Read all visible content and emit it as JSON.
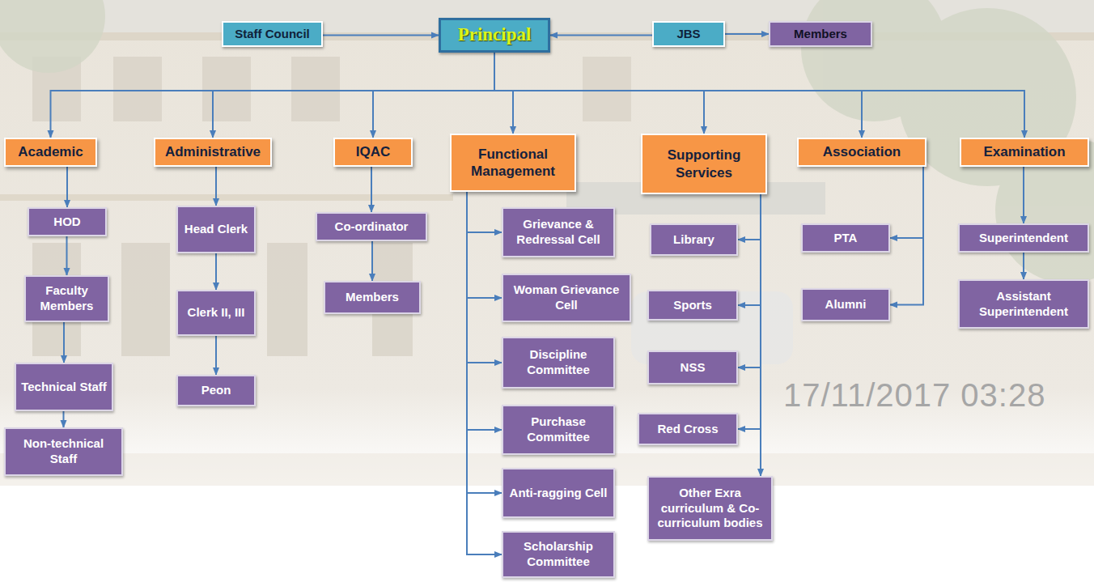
{
  "diagram": {
    "nodes": [
      {
        "text": [
          "Staff Council"
        ]
      },
      {
        "text": [
          "Principal"
        ]
      },
      {
        "text": [
          "JBS"
        ]
      },
      {
        "text": [
          "Members"
        ]
      },
      {
        "text": [
          "Academic"
        ]
      },
      {
        "text": [
          "Administrative"
        ]
      },
      {
        "text": [
          "IQAC"
        ]
      },
      {
        "text": [
          "Functional Management"
        ]
      },
      {
        "text": [
          "Supporting Services"
        ]
      },
      {
        "text": [
          "Association"
        ]
      },
      {
        "text": [
          "Examination"
        ]
      },
      {
        "text": [
          "HOD"
        ]
      },
      {
        "text": [
          "Faculty Members"
        ]
      },
      {
        "text": [
          "Technical Staff"
        ]
      },
      {
        "text": [
          "Non-technical Staff"
        ]
      },
      {
        "text": [
          "Head Clerk"
        ]
      },
      {
        "text": [
          "Clerk II, III"
        ]
      },
      {
        "text": [
          "Peon"
        ]
      },
      {
        "text": [
          "Co-ordinator"
        ]
      },
      {
        "text": [
          "Members"
        ]
      },
      {
        "text": [
          "Grievance & Redressal Cell"
        ]
      },
      {
        "text": [
          "Woman Grievance Cell"
        ]
      },
      {
        "text": [
          "Discipline Committee"
        ]
      },
      {
        "text": [
          "Purchase Committee"
        ]
      },
      {
        "text": [
          "Anti-ragging Cell"
        ]
      },
      {
        "text": [
          "Scholarship Committee"
        ]
      },
      {
        "text": [
          "Library"
        ]
      },
      {
        "text": [
          "Sports"
        ]
      },
      {
        "text": [
          "NSS"
        ]
      },
      {
        "text": [
          "Red Cross"
        ]
      },
      {
        "text": [
          "Other Exra curriculum & Co-curriculum bodies"
        ]
      },
      {
        "text": [
          "PTA"
        ]
      },
      {
        "text": [
          "Alumni"
        ]
      },
      {
        "text": [
          "Superintendent"
        ]
      },
      {
        "text": [
          "Assistant Superintendent"
        ]
      }
    ],
    "edges": [
      {
        "from": 0,
        "to": 1,
        "arrow": "to"
      },
      {
        "from": 2,
        "to": 1,
        "arrow": "to"
      },
      {
        "from": 2,
        "to": 3,
        "arrow": "to"
      },
      {
        "from": 1,
        "to": 4,
        "arrow": "to"
      },
      {
        "from": 1,
        "to": 5,
        "arrow": "to"
      },
      {
        "from": 1,
        "to": 6,
        "arrow": "to"
      },
      {
        "from": 1,
        "to": 7,
        "arrow": "to"
      },
      {
        "from": 1,
        "to": 8,
        "arrow": "to"
      },
      {
        "from": 1,
        "to": 9,
        "arrow": "to"
      },
      {
        "from": 1,
        "to": 10,
        "arrow": "to"
      },
      {
        "from": 4,
        "to": 11,
        "arrow": "to"
      },
      {
        "from": 11,
        "to": 12,
        "arrow": "to"
      },
      {
        "from": 12,
        "to": 13,
        "arrow": "to"
      },
      {
        "from": 13,
        "to": 14,
        "arrow": "to"
      },
      {
        "from": 5,
        "to": 15,
        "arrow": "to"
      },
      {
        "from": 15,
        "to": 16,
        "arrow": "to"
      },
      {
        "from": 16,
        "to": 17,
        "arrow": "to"
      },
      {
        "from": 6,
        "to": 18,
        "arrow": "to"
      },
      {
        "from": 18,
        "to": 19,
        "arrow": "to"
      },
      {
        "from": 7,
        "to": 20,
        "arrow": "to"
      },
      {
        "from": 7,
        "to": 21,
        "arrow": "to"
      },
      {
        "from": 7,
        "to": 22,
        "arrow": "to"
      },
      {
        "from": 7,
        "to": 23,
        "arrow": "to"
      },
      {
        "from": 7,
        "to": 24,
        "arrow": "to"
      },
      {
        "from": 7,
        "to": 25,
        "arrow": "to"
      },
      {
        "from": 8,
        "to": 26,
        "arrow": "to"
      },
      {
        "from": 8,
        "to": 27,
        "arrow": "to"
      },
      {
        "from": 8,
        "to": 28,
        "arrow": "to"
      },
      {
        "from": 8,
        "to": 29,
        "arrow": "to"
      },
      {
        "from": 8,
        "to": 30,
        "arrow": "to"
      },
      {
        "from": 9,
        "to": 31,
        "arrow": "to"
      },
      {
        "from": 9,
        "to": 32,
        "arrow": "to"
      },
      {
        "from": 10,
        "to": 33,
        "arrow": "to"
      },
      {
        "from": 33,
        "to": 34,
        "arrow": "to"
      }
    ],
    "labels": [
      "17/11/2017 03:28"
    ]
  }
}
